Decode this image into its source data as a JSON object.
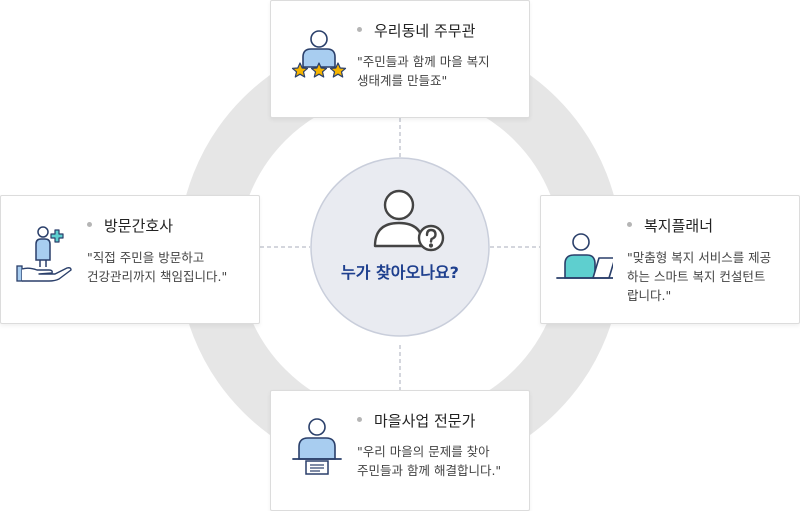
{
  "center": {
    "label": "누가 찾아오나요?",
    "icon": "user-question-icon"
  },
  "colors": {
    "ring": "#e6e6e6",
    "center_fill": "#e9ebf1",
    "center_border": "#c9cedb",
    "accent_blue": "#1e3f8e",
    "icon_fill": "#a8cdf0",
    "icon_stroke": "#2a3f6a",
    "icon_teal": "#5ecfcf",
    "star": "#f5b400"
  },
  "cards": {
    "top": {
      "title": "우리동네 주무관",
      "icon": "person-stars-icon",
      "desc": [
        "\"주민들과 함께 마을 복지",
        "생태계를 만들죠\""
      ]
    },
    "left": {
      "title": "방문간호사",
      "icon": "nurse-hand-icon",
      "desc": [
        "\"직접 주민을 방문하고",
        "건강관리까지 책임집니다.\""
      ]
    },
    "right": {
      "title": "복지플래너",
      "icon": "person-laptop-icon",
      "desc": [
        "\"맞춤형 복지 서비스를 제공",
        "하는 스마트 복지 컨설턴트",
        "랍니다.\""
      ]
    },
    "bottom": {
      "title": "마을사업 전문가",
      "icon": "person-desk-icon",
      "desc": [
        "\"우리 마을의 문제를 찾아",
        "주민들과 함께 해결합니다.\""
      ]
    }
  }
}
